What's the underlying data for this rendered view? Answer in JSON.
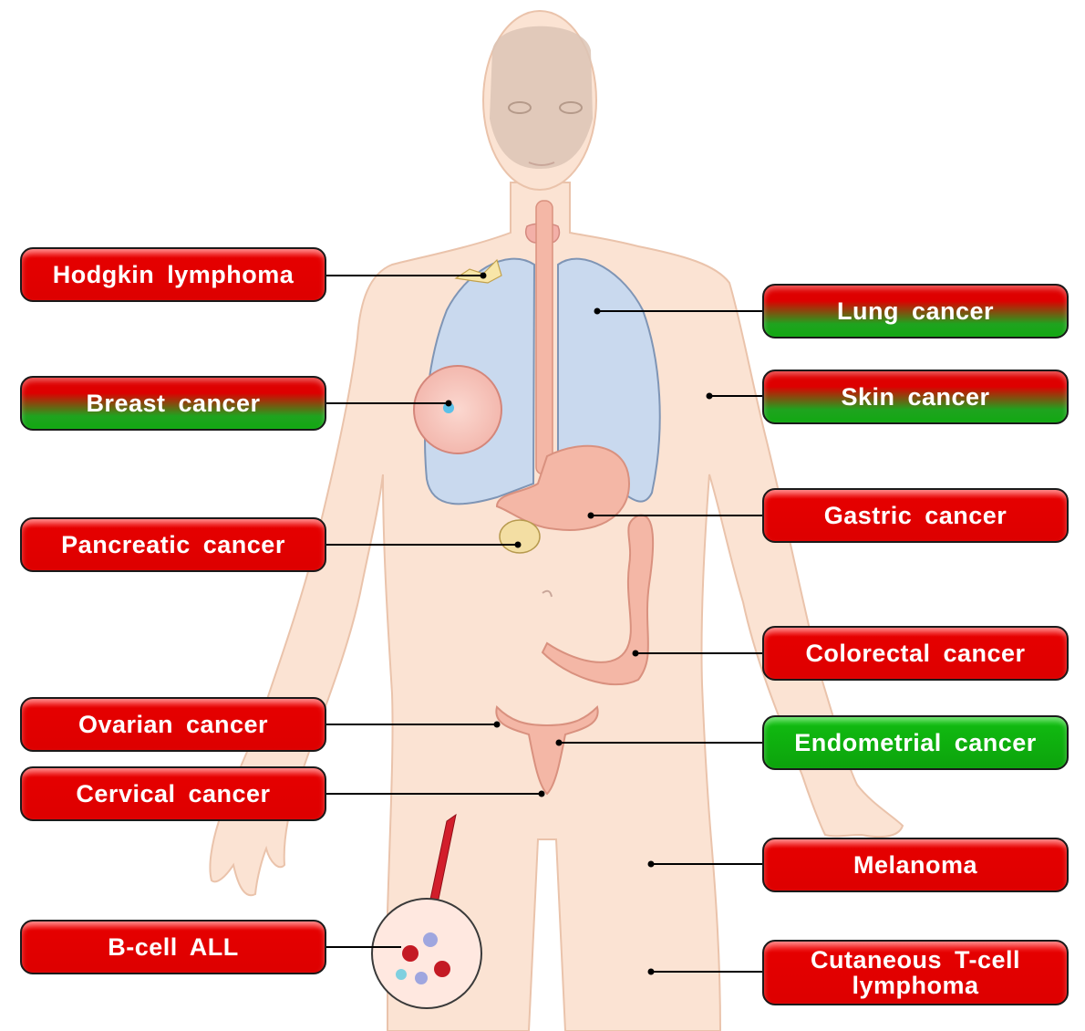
{
  "labels": {
    "hodgkin": "Hodgkin lymphoma",
    "breast": "Breast cancer",
    "pancreatic": "Pancreatic cancer",
    "ovarian": "Ovarian cancer",
    "cervical": "Cervical cancer",
    "bcell": "B-cell ALL",
    "lung": "Lung cancer",
    "skin": "Skin cancer",
    "gastric": "Gastric cancer",
    "colorectal": "Colorectal cancer",
    "endometrial": "Endometrial cancer",
    "melanoma": "Melanoma",
    "ctcl": "Cutaneous T-cell\nlymphoma"
  },
  "colors": {
    "red": "#dd0000",
    "green": "#12a812",
    "skin": "#fbe3d3",
    "lung": "#c9d9ee",
    "organ": "#f0a49a"
  }
}
